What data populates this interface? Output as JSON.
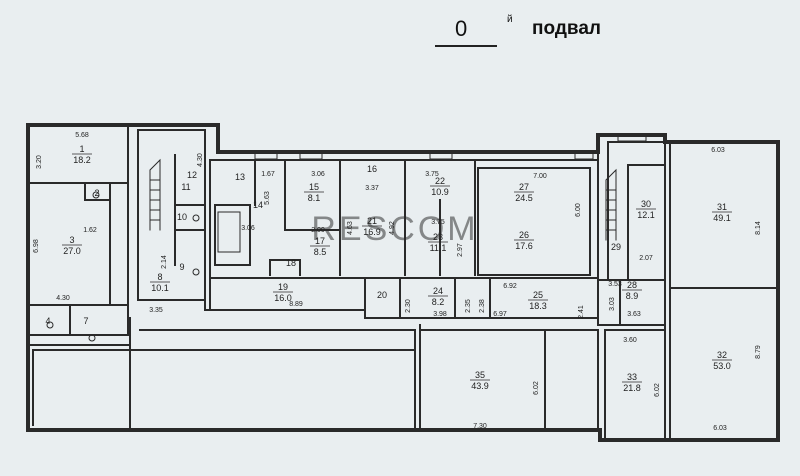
{
  "header": {
    "floor_number": "0",
    "floor_sup": "й",
    "floor_name": "подвал"
  },
  "watermark": "RESCOM",
  "colors": {
    "background": "#e9eef0",
    "wall": "#2a2a2a",
    "text": "#222222"
  },
  "rooms": [
    {
      "id": "room-1",
      "num": "1",
      "area": "18.2"
    },
    {
      "id": "room-2",
      "num": "2",
      "area": ""
    },
    {
      "id": "room-3",
      "num": "3",
      "area": "27.0"
    },
    {
      "id": "room-4",
      "num": "4",
      "area": ""
    },
    {
      "id": "room-7",
      "num": "7",
      "area": ""
    },
    {
      "id": "room-8",
      "num": "8",
      "area": "10.1"
    },
    {
      "id": "room-9",
      "num": "9",
      "area": ""
    },
    {
      "id": "room-10",
      "num": "10",
      "area": ""
    },
    {
      "id": "room-11",
      "num": "11",
      "area": ""
    },
    {
      "id": "room-12",
      "num": "12",
      "area": ""
    },
    {
      "id": "room-13",
      "num": "13",
      "area": ""
    },
    {
      "id": "room-14",
      "num": "14",
      "area": ""
    },
    {
      "id": "room-15",
      "num": "15",
      "area": "8.1"
    },
    {
      "id": "room-16",
      "num": "16",
      "area": ""
    },
    {
      "id": "room-17",
      "num": "17",
      "area": "8.5"
    },
    {
      "id": "room-18",
      "num": "18",
      "area": ""
    },
    {
      "id": "room-19",
      "num": "19",
      "area": "16.0"
    },
    {
      "id": "room-20",
      "num": "20",
      "area": ""
    },
    {
      "id": "room-21",
      "num": "21",
      "area": "16.9"
    },
    {
      "id": "room-22",
      "num": "22",
      "area": "10.9"
    },
    {
      "id": "room-23",
      "num": "23",
      "area": "11.1"
    },
    {
      "id": "room-24",
      "num": "24",
      "area": "8.2"
    },
    {
      "id": "room-25",
      "num": "25",
      "area": "18.3"
    },
    {
      "id": "room-26",
      "num": "26",
      "area": "17.6"
    },
    {
      "id": "room-27",
      "num": "27",
      "area": "24.5"
    },
    {
      "id": "room-28",
      "num": "28",
      "area": "8.9"
    },
    {
      "id": "room-29",
      "num": "29",
      "area": ""
    },
    {
      "id": "room-30",
      "num": "30",
      "area": "12.1"
    },
    {
      "id": "room-31",
      "num": "31",
      "area": "49.1"
    },
    {
      "id": "room-32",
      "num": "32",
      "area": "53.0"
    },
    {
      "id": "room-33",
      "num": "33",
      "area": "21.8"
    },
    {
      "id": "room-35",
      "num": "35",
      "area": "43.9"
    }
  ],
  "dimensions": [
    "5.68",
    "3.20",
    "4.30",
    "1.62",
    "6.98",
    "4.30",
    "2.14",
    "3.35",
    "1.67",
    "3.06",
    "5.63",
    "3.06",
    "2.00",
    "8.89",
    "3.37",
    "4.63",
    "4.92",
    "3.75",
    "3.75",
    "2.97",
    "7.00",
    "6.00",
    "2.30",
    "2.35",
    "3.98",
    "2.38",
    "6.97",
    "6.92",
    "2.41",
    "3.53",
    "3.03",
    "3.63",
    "2.07",
    "6.03",
    "8.14",
    "3.60",
    "6.02",
    "6.02",
    "7.30",
    "8.79",
    "6.03"
  ]
}
